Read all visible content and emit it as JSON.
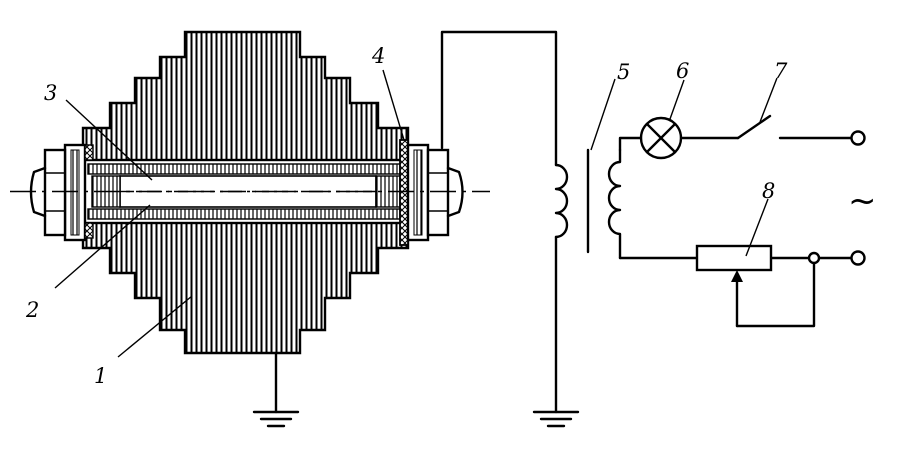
{
  "callouts": {
    "c1": "1",
    "c2": "2",
    "c3": "3",
    "c4": "4",
    "c5": "5",
    "c6": "6",
    "c7": "7",
    "c8": "8"
  },
  "ac_symbol": "~",
  "colors": {
    "ink": "#000000",
    "background": "#ffffff"
  }
}
